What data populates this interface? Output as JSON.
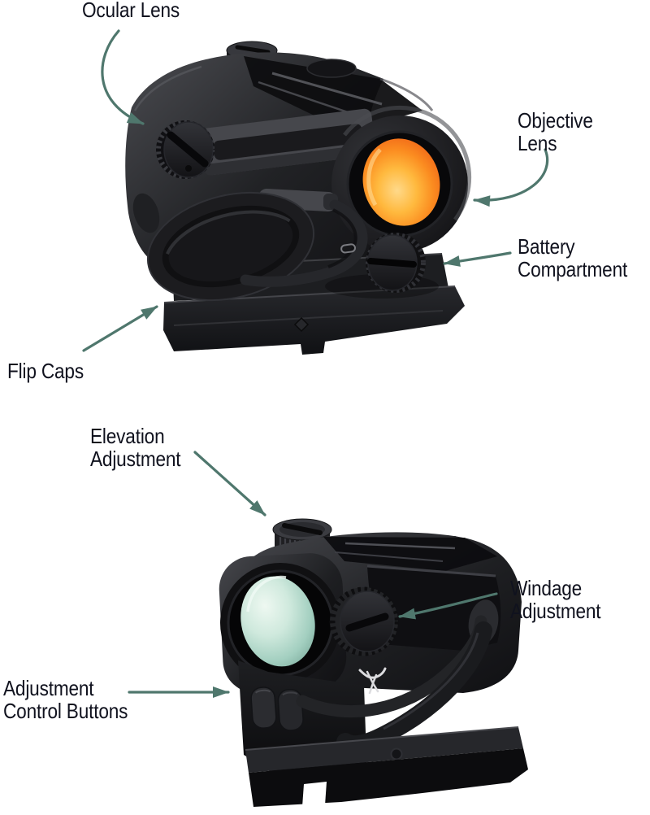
{
  "diagram": {
    "background_color": "#ffffff",
    "arrow_color": "#4f776d",
    "label_text_color": "#10121e",
    "views": [
      {
        "id": "front-three-quarter-view",
        "lens_color": "#fb8c20",
        "callouts": [
          {
            "id": "ocular-lens",
            "text": "Ocular Lens"
          },
          {
            "id": "objective-lens",
            "text": "Objective Lens"
          },
          {
            "id": "battery-compartment",
            "text": "Battery\nCompartment"
          },
          {
            "id": "flip-caps",
            "text": "Flip Caps"
          }
        ]
      },
      {
        "id": "rear-three-quarter-view",
        "lens_color": "#cfe9dd",
        "callouts": [
          {
            "id": "elevation-adjustment",
            "text": "Elevation\nAdjustment"
          },
          {
            "id": "windage-adjustment",
            "text": "Windage\nAdjustment"
          },
          {
            "id": "adjustment-control-buttons",
            "text": "Adjustment\nControl Buttons"
          }
        ]
      }
    ]
  }
}
